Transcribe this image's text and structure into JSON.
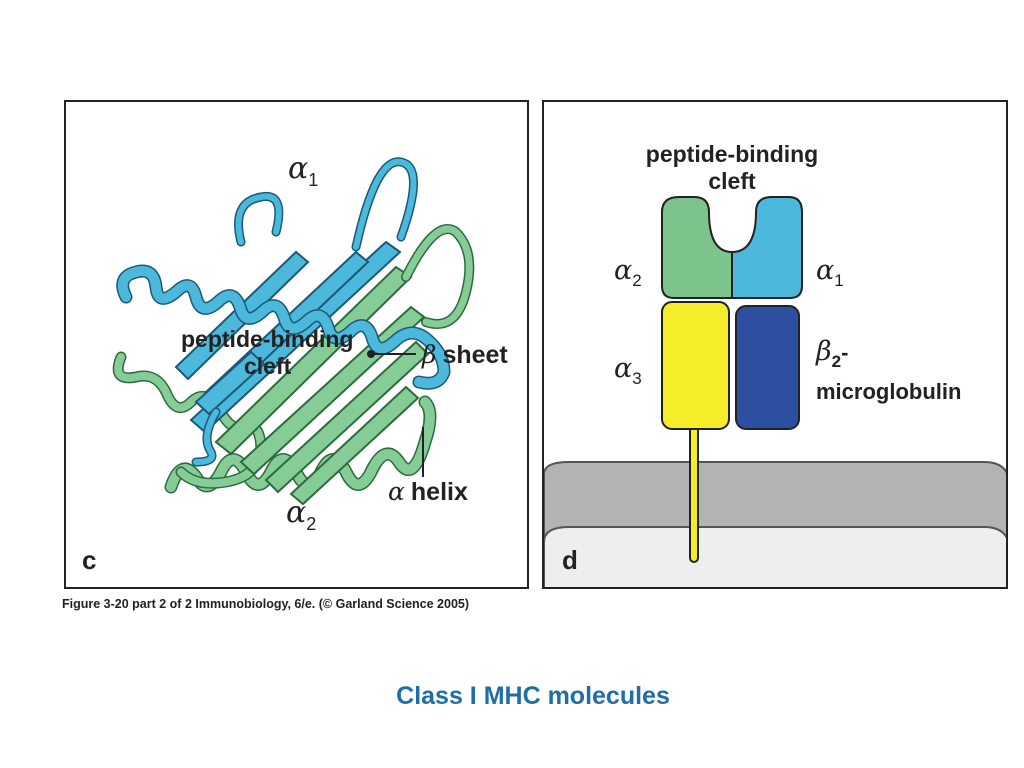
{
  "panel_c": {
    "letter": "c",
    "alpha1": {
      "sym": "α",
      "sub": "1"
    },
    "alpha2": {
      "sym": "α",
      "sub": "2"
    },
    "cleft_line1": "peptide-binding",
    "cleft_line2": "cleft",
    "beta_sheet": {
      "sym": "β",
      "text": "sheet"
    },
    "alpha_helix": {
      "sym": "α",
      "text": "helix"
    }
  },
  "panel_d": {
    "letter": "d",
    "cleft_line1": "peptide-binding",
    "cleft_line2": "cleft",
    "alpha1": {
      "sym": "α",
      "sub": "1"
    },
    "alpha2": {
      "sym": "α",
      "sub": "2"
    },
    "alpha3": {
      "sym": "α",
      "sub": "3"
    },
    "beta2": {
      "sym": "β",
      "sub": "2",
      "suffix": "-",
      "line2": "microglobulin"
    }
  },
  "caption": "Figure 3-20 part 2 of 2  Immunobiology, 6/e. (© Garland Science 2005)",
  "title": "Class I MHC molecules",
  "colors": {
    "alpha1_blue": "#4bb8dc",
    "alpha2_green": "#7cc48c",
    "alpha3_yellow": "#f5ec2a",
    "beta2_navy": "#2c4fa0",
    "membrane_gray": "#b3b3b3",
    "title_blue": "#1f6ea8"
  }
}
